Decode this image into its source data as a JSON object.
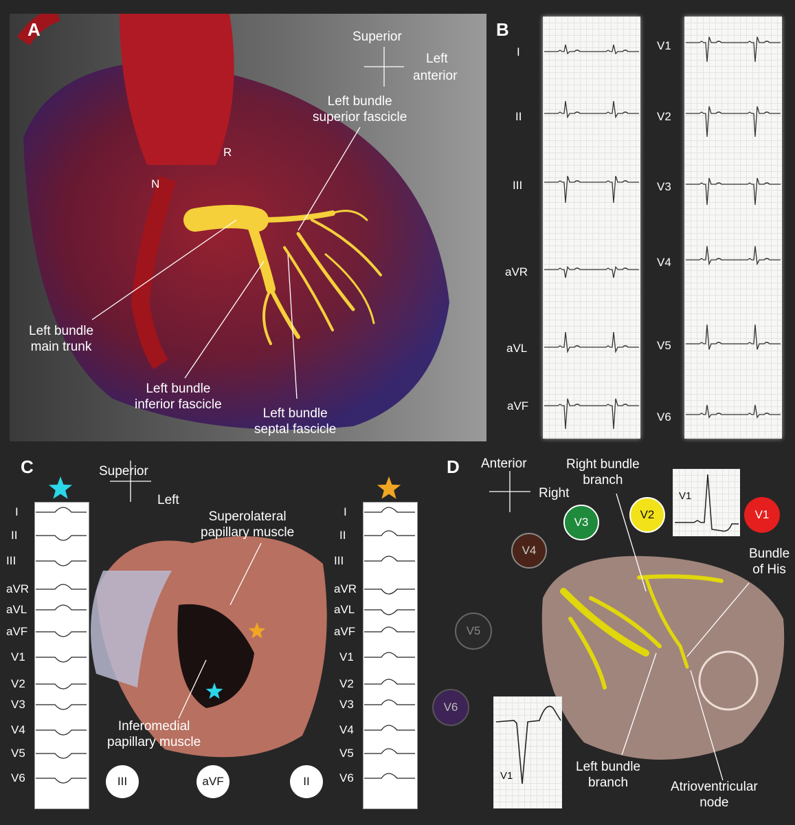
{
  "panels": {
    "a": "A",
    "b": "B",
    "c": "C",
    "d": "D"
  },
  "panel_a": {
    "orientation": {
      "superior": "Superior",
      "left_anterior_1": "Left",
      "left_anterior_2": "anterior"
    },
    "labels": {
      "r": "R",
      "n": "N",
      "superior_fascicle_1": "Left bundle",
      "superior_fascicle_2": "superior fascicle",
      "main_trunk_1": "Left bundle",
      "main_trunk_2": "main trunk",
      "inferior_fascicle_1": "Left bundle",
      "inferior_fascicle_2": "inferior fascicle",
      "septal_fascicle_1": "Left bundle",
      "septal_fascicle_2": "septal fascicle"
    }
  },
  "panel_b": {
    "limb_leads": [
      "I",
      "II",
      "III",
      "aVR",
      "aVL",
      "aVF"
    ],
    "chest_leads": [
      "V1",
      "V2",
      "V3",
      "V4",
      "V5",
      "V6"
    ]
  },
  "panel_c": {
    "orientation": {
      "superior": "Superior",
      "left": "Left"
    },
    "leads": [
      "I",
      "II",
      "III",
      "aVR",
      "aVL",
      "aVF",
      "V1",
      "V2",
      "V3",
      "V4",
      "V5",
      "V6"
    ],
    "labels": {
      "superolateral_1": "Superolateral",
      "superolateral_2": "papillary muscle",
      "inferomedial_1": "Inferomedial",
      "inferomedial_2": "papillary muscle"
    },
    "bottom_circles": [
      "III",
      "aVF",
      "II"
    ],
    "star_colors": {
      "left": "#2ad6e8",
      "right": "#f0a623"
    }
  },
  "panel_d": {
    "orientation": {
      "anterior": "Anterior",
      "right": "Right"
    },
    "labels": {
      "right_bundle_1": "Right bundle",
      "right_bundle_2": "branch",
      "his_1": "Bundle",
      "his_2": "of His",
      "left_bundle_1": "Left bundle",
      "left_bundle_2": "branch",
      "av_node_1": "Atrioventricular",
      "av_node_2": "node",
      "inset_top": "V1",
      "inset_bottom": "V1"
    },
    "electrodes": [
      {
        "label": "V1",
        "color": "#e51e1e"
      },
      {
        "label": "V2",
        "color": "#f2e21a"
      },
      {
        "label": "V3",
        "color": "#1f8a3c"
      },
      {
        "label": "V4",
        "color": "#4a2418"
      },
      {
        "label": "V5",
        "color": "#2a2a2a"
      },
      {
        "label": "V6",
        "color": "#3e2456"
      }
    ]
  }
}
